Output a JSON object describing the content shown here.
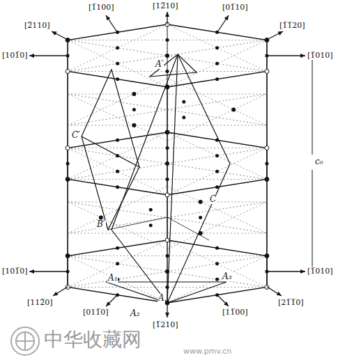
{
  "diagram": {
    "labels": [
      "[1̅100]",
      "[12̅10]",
      "[01̅10]",
      "[2̅110]",
      "[1̅1̅20]",
      "[101̅0]",
      "[1̅010]",
      "A′",
      "C′",
      "c₀",
      "C",
      "B′",
      "A₁",
      "A₃",
      "[101̅0]",
      "[1̅010]",
      "A",
      "A₂",
      "[112̅0]",
      "[011̅0]",
      "[1̅210]",
      "[21̅1̅0]",
      "[11̅00]",
      "中华收藏网",
      "www.pmv.cn"
    ]
  }
}
